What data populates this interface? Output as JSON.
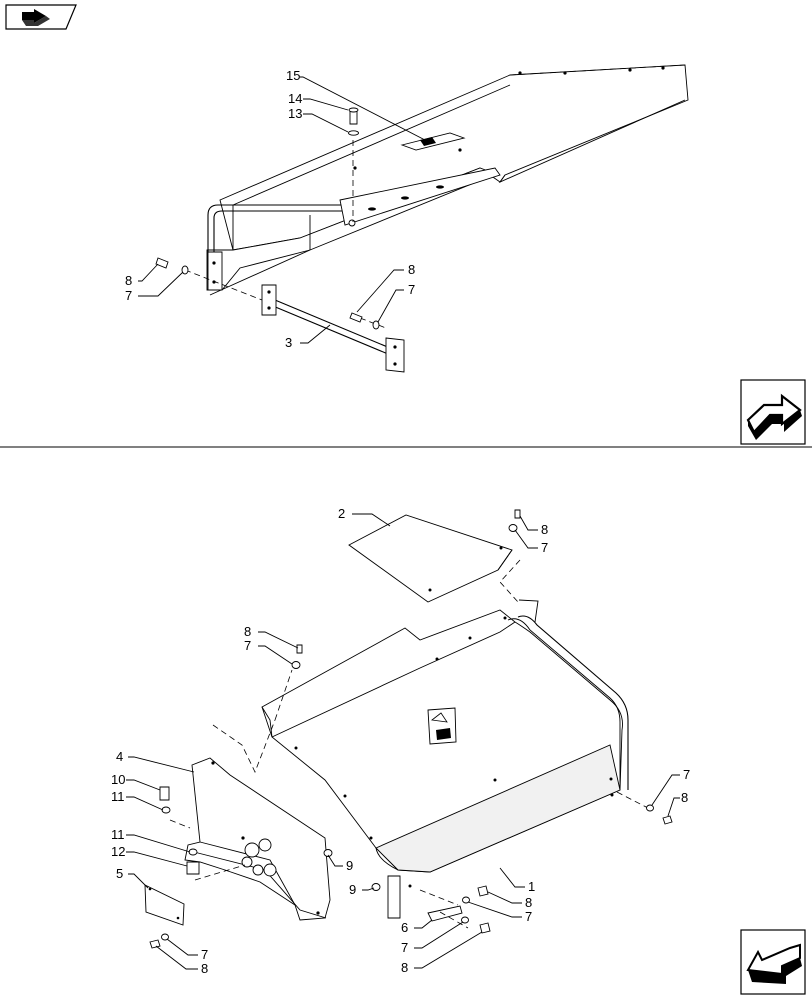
{
  "navigation": {
    "back_icon": "back-arrow-icon",
    "next_icon": "next-arrow-icon",
    "prev_icon": "prev-arrow-icon"
  },
  "upper_view": {
    "callouts": {
      "c15": "15",
      "c14": "14",
      "c13": "13",
      "c8a": "8",
      "c7a": "7",
      "c8b": "8",
      "c7b": "7",
      "c3": "3"
    }
  },
  "lower_view": {
    "callouts": {
      "c2": "2",
      "c8a": "8",
      "c7a": "7",
      "c8b": "8",
      "c7b": "7",
      "c4": "4",
      "c10": "10",
      "c11a": "11",
      "c11b": "11",
      "c12": "12",
      "c5": "5",
      "c9a": "9",
      "c9b": "9",
      "c1": "1",
      "c8c": "8",
      "c7c": "7",
      "c6": "6",
      "c7d": "7",
      "c8d": "8",
      "c7e": "7",
      "c8e": "8",
      "c7f": "7",
      "c8f": "8"
    }
  }
}
